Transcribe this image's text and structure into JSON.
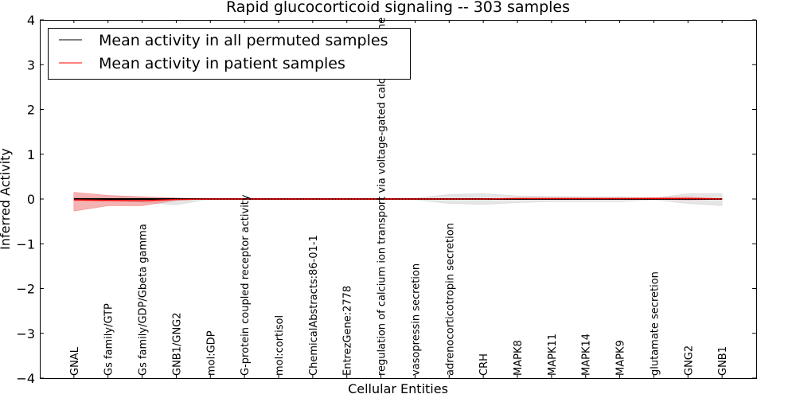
{
  "chart_data": {
    "type": "line",
    "title": "Rapid glucocorticoid signaling -- 303 samples",
    "xlabel": "Cellular Entities",
    "ylabel": "Inferred Activity",
    "ylim": [
      -4,
      4
    ],
    "yticks": [
      "4",
      "3",
      "2",
      "1",
      "0",
      "−1",
      "−2",
      "−3",
      "−4"
    ],
    "ytick_values": [
      4,
      3,
      2,
      1,
      0,
      -1,
      -2,
      -3,
      -4
    ],
    "grid": false,
    "legend_placement": "top-left",
    "categories": [
      "GNAL",
      "Gs family/GTP",
      "Gs family/GDP/Gbeta gamma",
      "GNB1/GNG2",
      "mol:GDP",
      "G-protein coupled receptor activity",
      "mol:cortisol",
      "ChemicalAbstracts:86-01-1",
      "EntrezGene:2778",
      "regulation of calcium ion transport via voltage-gated calcium channel activity",
      "vasopressin secretion",
      "adrenocorticotropin secretion",
      "CRH",
      "MAPK8",
      "MAPK11",
      "MAPK14",
      "MAPK9",
      "glutamate secretion",
      "GNG2",
      "GNB1"
    ],
    "series": [
      {
        "name": "Mean activity in all permuted samples",
        "color": "#000000",
        "values": [
          0,
          0,
          0,
          0,
          0,
          0,
          0,
          0,
          0,
          0,
          0,
          0,
          0,
          0,
          0,
          0,
          0,
          0,
          0,
          0
        ],
        "band_low": [
          -0.05,
          -0.05,
          -0.07,
          -0.13,
          0,
          0,
          0,
          0,
          0,
          0,
          -0.02,
          -0.1,
          -0.12,
          -0.08,
          -0.06,
          -0.06,
          -0.06,
          -0.02,
          -0.1,
          -0.15
        ],
        "band_high": [
          0.05,
          0.05,
          0.05,
          0.03,
          0,
          0,
          0,
          0,
          0,
          0,
          0.02,
          0.1,
          0.12,
          0.07,
          0.06,
          0.05,
          0.05,
          0.02,
          0.12,
          0.12
        ],
        "band_color": "#d3d3d3"
      },
      {
        "name": "Mean activity in patient samples",
        "color": "#ff0000",
        "values": [
          -0.02,
          -0.03,
          -0.04,
          -0.01,
          0,
          0,
          0,
          0,
          0,
          0,
          0,
          0,
          0,
          0.01,
          0.01,
          0.01,
          0.01,
          0.01,
          0.01,
          0
        ],
        "band_low": [
          -0.27,
          -0.15,
          -0.15,
          -0.03,
          0,
          0,
          0,
          0,
          0,
          0,
          0,
          0,
          0,
          0,
          0,
          0,
          0,
          -0.01,
          -0.02,
          -0.01
        ],
        "band_high": [
          0.15,
          0.08,
          0.05,
          0.02,
          0,
          0,
          0,
          0,
          0,
          0,
          0,
          0,
          0,
          0.02,
          0.02,
          0.02,
          0.02,
          0.03,
          0.04,
          0.01
        ],
        "band_color": "#f08080"
      }
    ]
  }
}
